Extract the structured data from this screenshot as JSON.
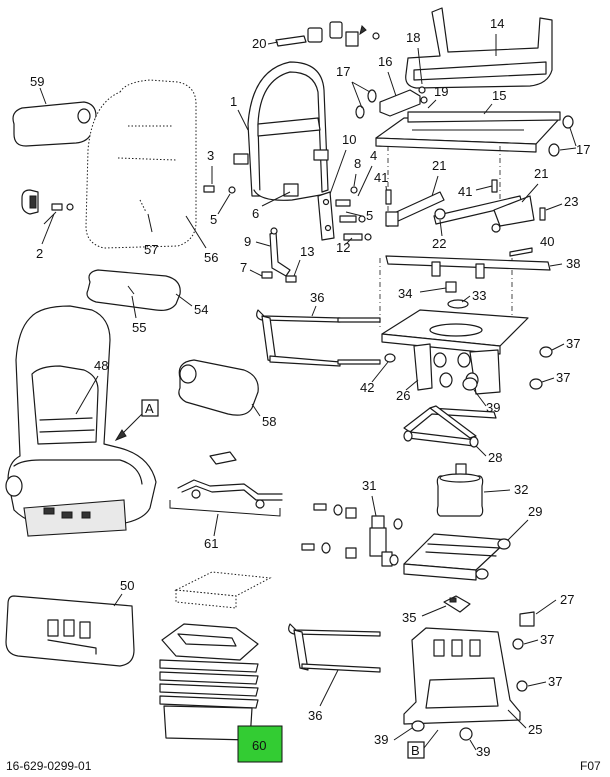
{
  "labels": {
    "p1": "1",
    "p2": "2",
    "p3": "3",
    "p4": "4",
    "p5a": "5",
    "p5b": "5",
    "p6": "6",
    "p7": "7",
    "p8": "8",
    "p9": "9",
    "p10": "10",
    "p12": "12",
    "p13": "13",
    "p14": "14",
    "p15": "15",
    "p16": "16",
    "p17a": "17",
    "p17b": "17",
    "p18": "18",
    "p19": "19",
    "p20": "20",
    "p21a": "21",
    "p21b": "21",
    "p22": "22",
    "p23": "23",
    "p25": "25",
    "p26": "26",
    "p27": "27",
    "p28": "28",
    "p29": "29",
    "p31": "31",
    "p32": "32",
    "p33": "33",
    "p34": "34",
    "p35": "35",
    "p36a": "36",
    "p36b": "36",
    "p37a": "37",
    "p37b": "37",
    "p37c": "37",
    "p37d": "37",
    "p38": "38",
    "p39a": "39",
    "p39b": "39",
    "p39c": "39",
    "p40": "40",
    "p41a": "41",
    "p41b": "41",
    "p42": "42",
    "p48": "48",
    "p50": "50",
    "p54": "54",
    "p55": "55",
    "p56": "56",
    "p57": "57",
    "p58": "58",
    "p59": "59",
    "p60": "60",
    "p61": "61"
  },
  "callouts": {
    "a": "A",
    "b": "B"
  },
  "footer": {
    "drawing_number": "16-629-0299-01",
    "sheet": "F07"
  },
  "highlight": {
    "part": "60",
    "color": "#33cc33"
  }
}
